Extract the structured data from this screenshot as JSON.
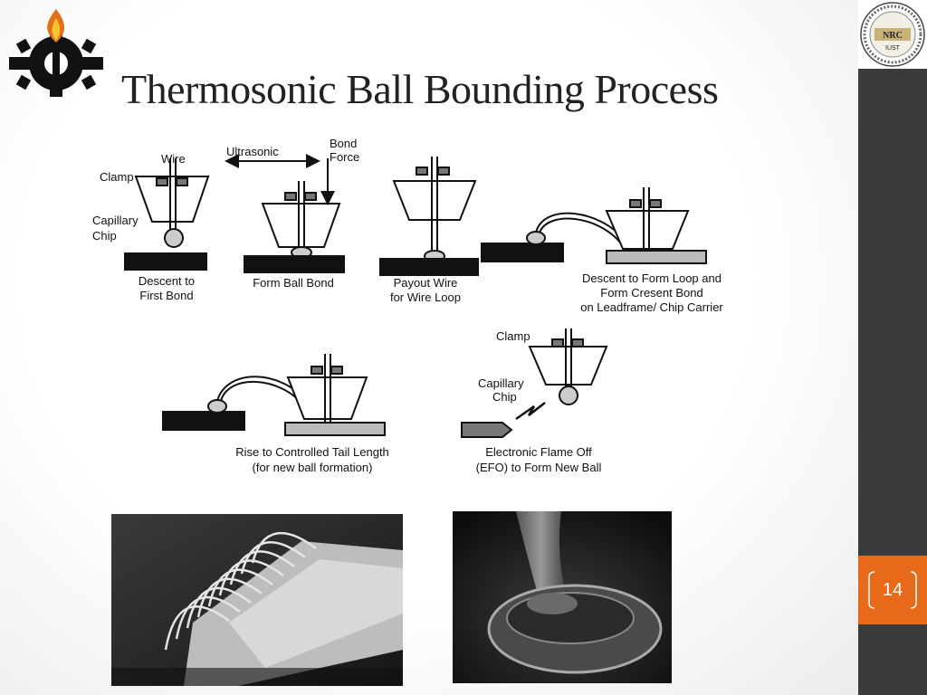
{
  "slide": {
    "title": "Thermosonic Ball Bounding Process",
    "page_number": "14",
    "logo_text": "NRC",
    "logo_subtext": "IUST"
  },
  "diagram": {
    "top_labels": {
      "wire": "Wire",
      "clamp": "Clamp",
      "capillary": "Capillary",
      "chip": "Chip",
      "ultrasonic": "Ultrasonic",
      "bond_force_1": "Bond",
      "bond_force_2": "Force"
    },
    "step1": {
      "line1": "Descent to",
      "line2": "First Bond"
    },
    "step2": {
      "line1": "Form Ball Bond"
    },
    "step3": {
      "line1": "Payout Wire",
      "line2": "for Wire Loop"
    },
    "step4": {
      "line1": "Descent to Form Loop and",
      "line2": "Form Cresent Bond",
      "line3": "on Leadframe/ Chip Carrier"
    },
    "step5": {
      "line1": "Rise to Controlled Tail Length",
      "line2": "(for new ball formation)"
    },
    "step6": {
      "clamp": "Clamp",
      "capillary": "Capillary",
      "chip": "Chip",
      "line1": "Electronic Flame Off",
      "line2": "(EFO) to Form New Ball"
    }
  },
  "colors": {
    "accent": "#e76a1a",
    "sidebar": "#3b3b3b"
  },
  "icons": [
    "torch-gear-logo-icon",
    "nrc-seal-icon"
  ]
}
